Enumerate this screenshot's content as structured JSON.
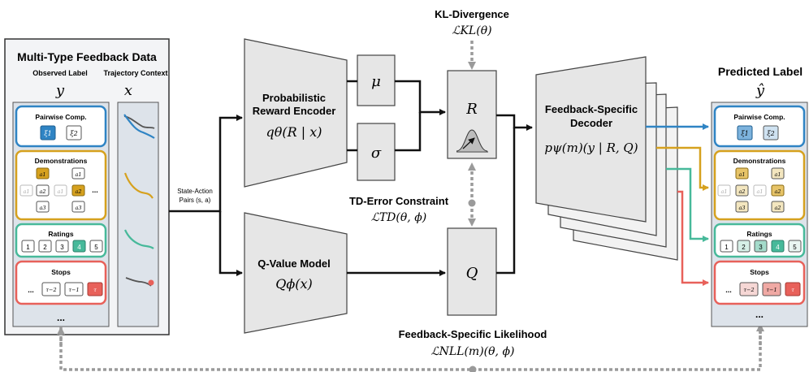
{
  "left_panel": {
    "title": "Multi-Type Feedback Data",
    "observed_label_header": "Observed Label",
    "trajectory_context_header": "Trajectory Context",
    "y_symbol": "y",
    "x_symbol": "x",
    "more_dots": "...",
    "sections": {
      "pairwise": {
        "title": "Pairwise Comp.",
        "items": [
          "ξ1",
          "ξ2"
        ]
      },
      "demonstrations": {
        "title": "Demonstrations",
        "ellipsis": "..."
      },
      "ratings": {
        "title": "Ratings",
        "values": [
          "1",
          "2",
          "3",
          "4",
          "5"
        ]
      },
      "stops": {
        "title": "Stops",
        "leading": "...",
        "items": [
          "τ−2",
          "τ−1",
          "τ"
        ]
      }
    }
  },
  "state_action_label": {
    "line1": "State-Action",
    "line2": "Pairs (s, a)"
  },
  "reward_encoder": {
    "title_line1": "Probabilistic",
    "title_line2": "Reward Encoder",
    "formula": "qθ(R | x)"
  },
  "mu_box": "μ",
  "sigma_box": "σ",
  "r_box": "R",
  "q_box": "Q",
  "q_model": {
    "title": "Q-Value Model",
    "formula": "Qϕ(x)"
  },
  "kl": {
    "title": "KL-Divergence",
    "formula": "ℒKL(θ)"
  },
  "td": {
    "title": "TD-Error Constraint",
    "formula": "ℒTD(θ, ϕ)"
  },
  "nll": {
    "title": "Feedback-Specific Likelihood",
    "formula": "ℒNLL(m)(θ, ϕ)"
  },
  "decoder": {
    "title_line1": "Feedback-Specific",
    "title_line2": "Decoder",
    "formula": "pψ(m)(y | R, Q)"
  },
  "right_panel": {
    "title": "Predicted Label",
    "y_hat": "ŷ",
    "more_dots": "...",
    "sections": {
      "pairwise": {
        "title": "Pairwise Comp.",
        "items": [
          "ξ1",
          "ξ2"
        ]
      },
      "demonstrations": {
        "title": "Demonstrations"
      },
      "ratings": {
        "title": "Ratings",
        "values": [
          "1",
          "2",
          "3",
          "4",
          "5"
        ]
      },
      "stops": {
        "title": "Stops",
        "leading": "...",
        "items": [
          "τ−2",
          "τ−1",
          "τ"
        ]
      }
    }
  },
  "colors": {
    "blue": "#2f84c4",
    "gold": "#d6a11e",
    "teal": "#47b99a",
    "red": "#e8615a",
    "panel_gray": "#eceff2",
    "block_gray": "#e6e6e6"
  }
}
